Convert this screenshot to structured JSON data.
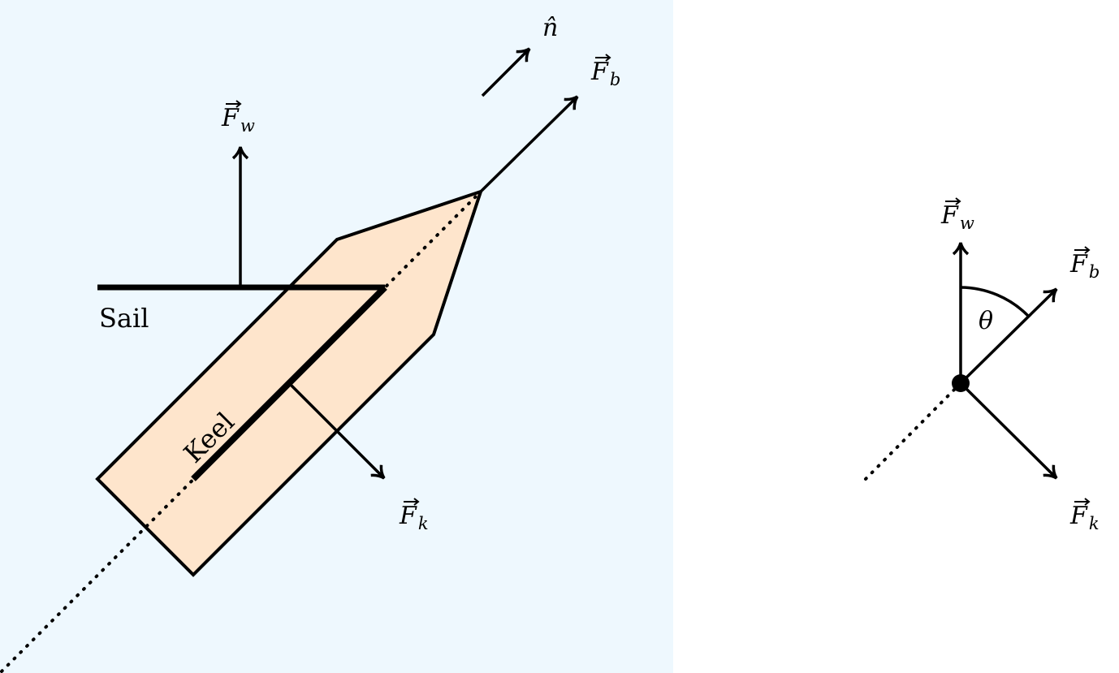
{
  "colors": {
    "water": "#eef8fe",
    "hull": "#fee5cc",
    "ink": "#000000"
  },
  "left": {
    "sail_label": "Sail",
    "keel_label": "Keel",
    "fw_label": "F",
    "fw_sub": "w",
    "fb_label": "F",
    "fb_sub": "b",
    "fk_label": "F",
    "fk_sub": "k",
    "n_label": "n̂"
  },
  "right": {
    "fw_label": "F",
    "fw_sub": "w",
    "fb_label": "F",
    "fb_sub": "b",
    "fk_label": "F",
    "fk_sub": "k",
    "theta_label": "θ"
  }
}
